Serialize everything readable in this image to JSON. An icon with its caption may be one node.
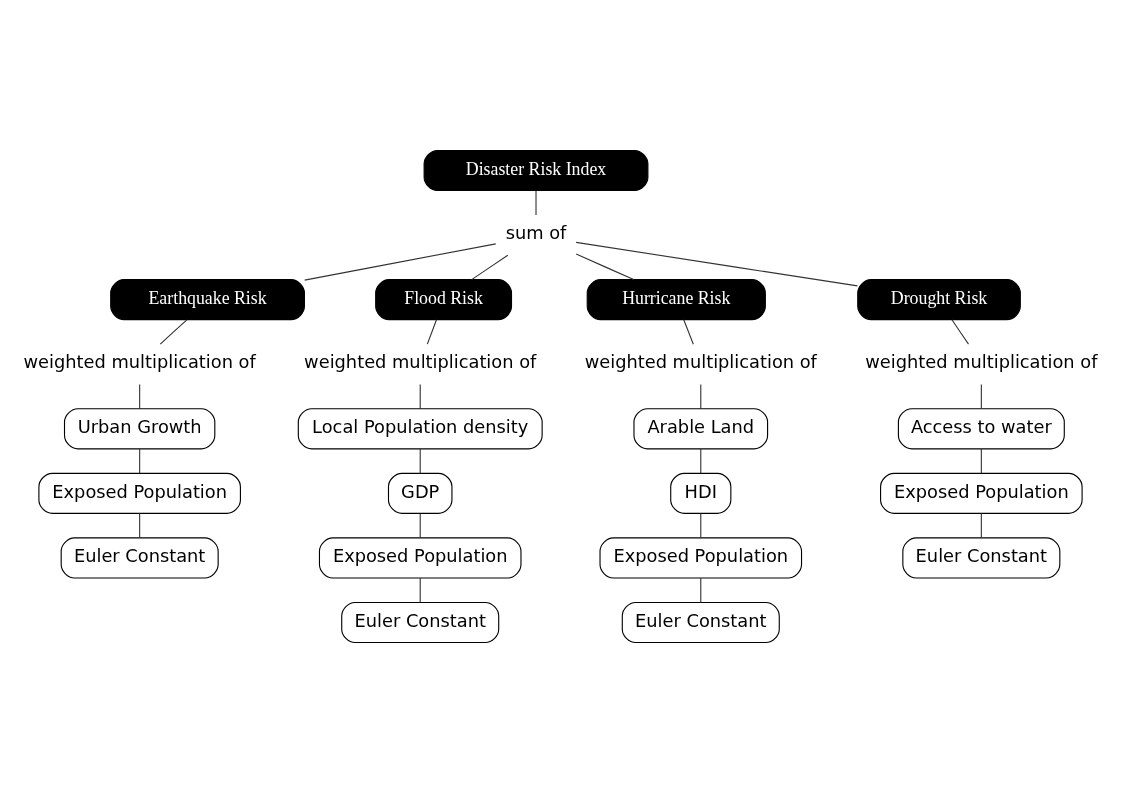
{
  "diagram": {
    "nodes": [
      {
        "text": [
          "Disaster Risk Index"
        ]
      },
      {
        "text": [
          "sum of"
        ]
      },
      {
        "text": [
          "Earthquake Risk"
        ]
      },
      {
        "text": [
          "Flood Risk"
        ]
      },
      {
        "text": [
          "Hurricane Risk"
        ]
      },
      {
        "text": [
          "Drought Risk"
        ]
      },
      {
        "text": [
          "weighted multiplication of"
        ]
      },
      {
        "text": [
          "Urban Growth"
        ]
      },
      {
        "text": [
          "Exposed Population"
        ]
      },
      {
        "text": [
          "Euler Constant"
        ]
      },
      {
        "text": [
          "weighted multiplication of"
        ]
      },
      {
        "text": [
          "Local Population density"
        ]
      },
      {
        "text": [
          "GDP"
        ]
      },
      {
        "text": [
          "Exposed Population"
        ]
      },
      {
        "text": [
          "Euler Constant"
        ]
      },
      {
        "text": [
          "weighted multiplication of"
        ]
      },
      {
        "text": [
          "Arable Land"
        ]
      },
      {
        "text": [
          "HDI"
        ]
      },
      {
        "text": [
          "Exposed Population"
        ]
      },
      {
        "text": [
          "Euler Constant"
        ]
      },
      {
        "text": [
          "weighted multiplication of"
        ]
      },
      {
        "text": [
          "Access to water"
        ]
      },
      {
        "text": [
          "Exposed Population"
        ]
      },
      {
        "text": [
          "Euler Constant"
        ]
      }
    ],
    "edges": [
      {
        "from": 0,
        "to": 1,
        "arrow": "none"
      },
      {
        "from": 1,
        "to": 2,
        "arrow": "none"
      },
      {
        "from": 1,
        "to": 3,
        "arrow": "none"
      },
      {
        "from": 1,
        "to": 4,
        "arrow": "none"
      },
      {
        "from": 1,
        "to": 5,
        "arrow": "none"
      },
      {
        "from": 2,
        "to": 6,
        "arrow": "none"
      },
      {
        "from": 6,
        "to": 7,
        "arrow": "none"
      },
      {
        "from": 7,
        "to": 8,
        "arrow": "none"
      },
      {
        "from": 8,
        "to": 9,
        "arrow": "none"
      },
      {
        "from": 3,
        "to": 10,
        "arrow": "none"
      },
      {
        "from": 10,
        "to": 11,
        "arrow": "none"
      },
      {
        "from": 11,
        "to": 12,
        "arrow": "none"
      },
      {
        "from": 12,
        "to": 13,
        "arrow": "none"
      },
      {
        "from": 13,
        "to": 14,
        "arrow": "none"
      },
      {
        "from": 4,
        "to": 15,
        "arrow": "none"
      },
      {
        "from": 15,
        "to": 16,
        "arrow": "none"
      },
      {
        "from": 16,
        "to": 17,
        "arrow": "none"
      },
      {
        "from": 17,
        "to": 18,
        "arrow": "none"
      },
      {
        "from": 18,
        "to": 19,
        "arrow": "none"
      },
      {
        "from": 5,
        "to": 20,
        "arrow": "none"
      },
      {
        "from": 20,
        "to": 21,
        "arrow": "none"
      },
      {
        "from": 21,
        "to": 22,
        "arrow": "none"
      },
      {
        "from": 22,
        "to": 23,
        "arrow": "none"
      }
    ]
  }
}
